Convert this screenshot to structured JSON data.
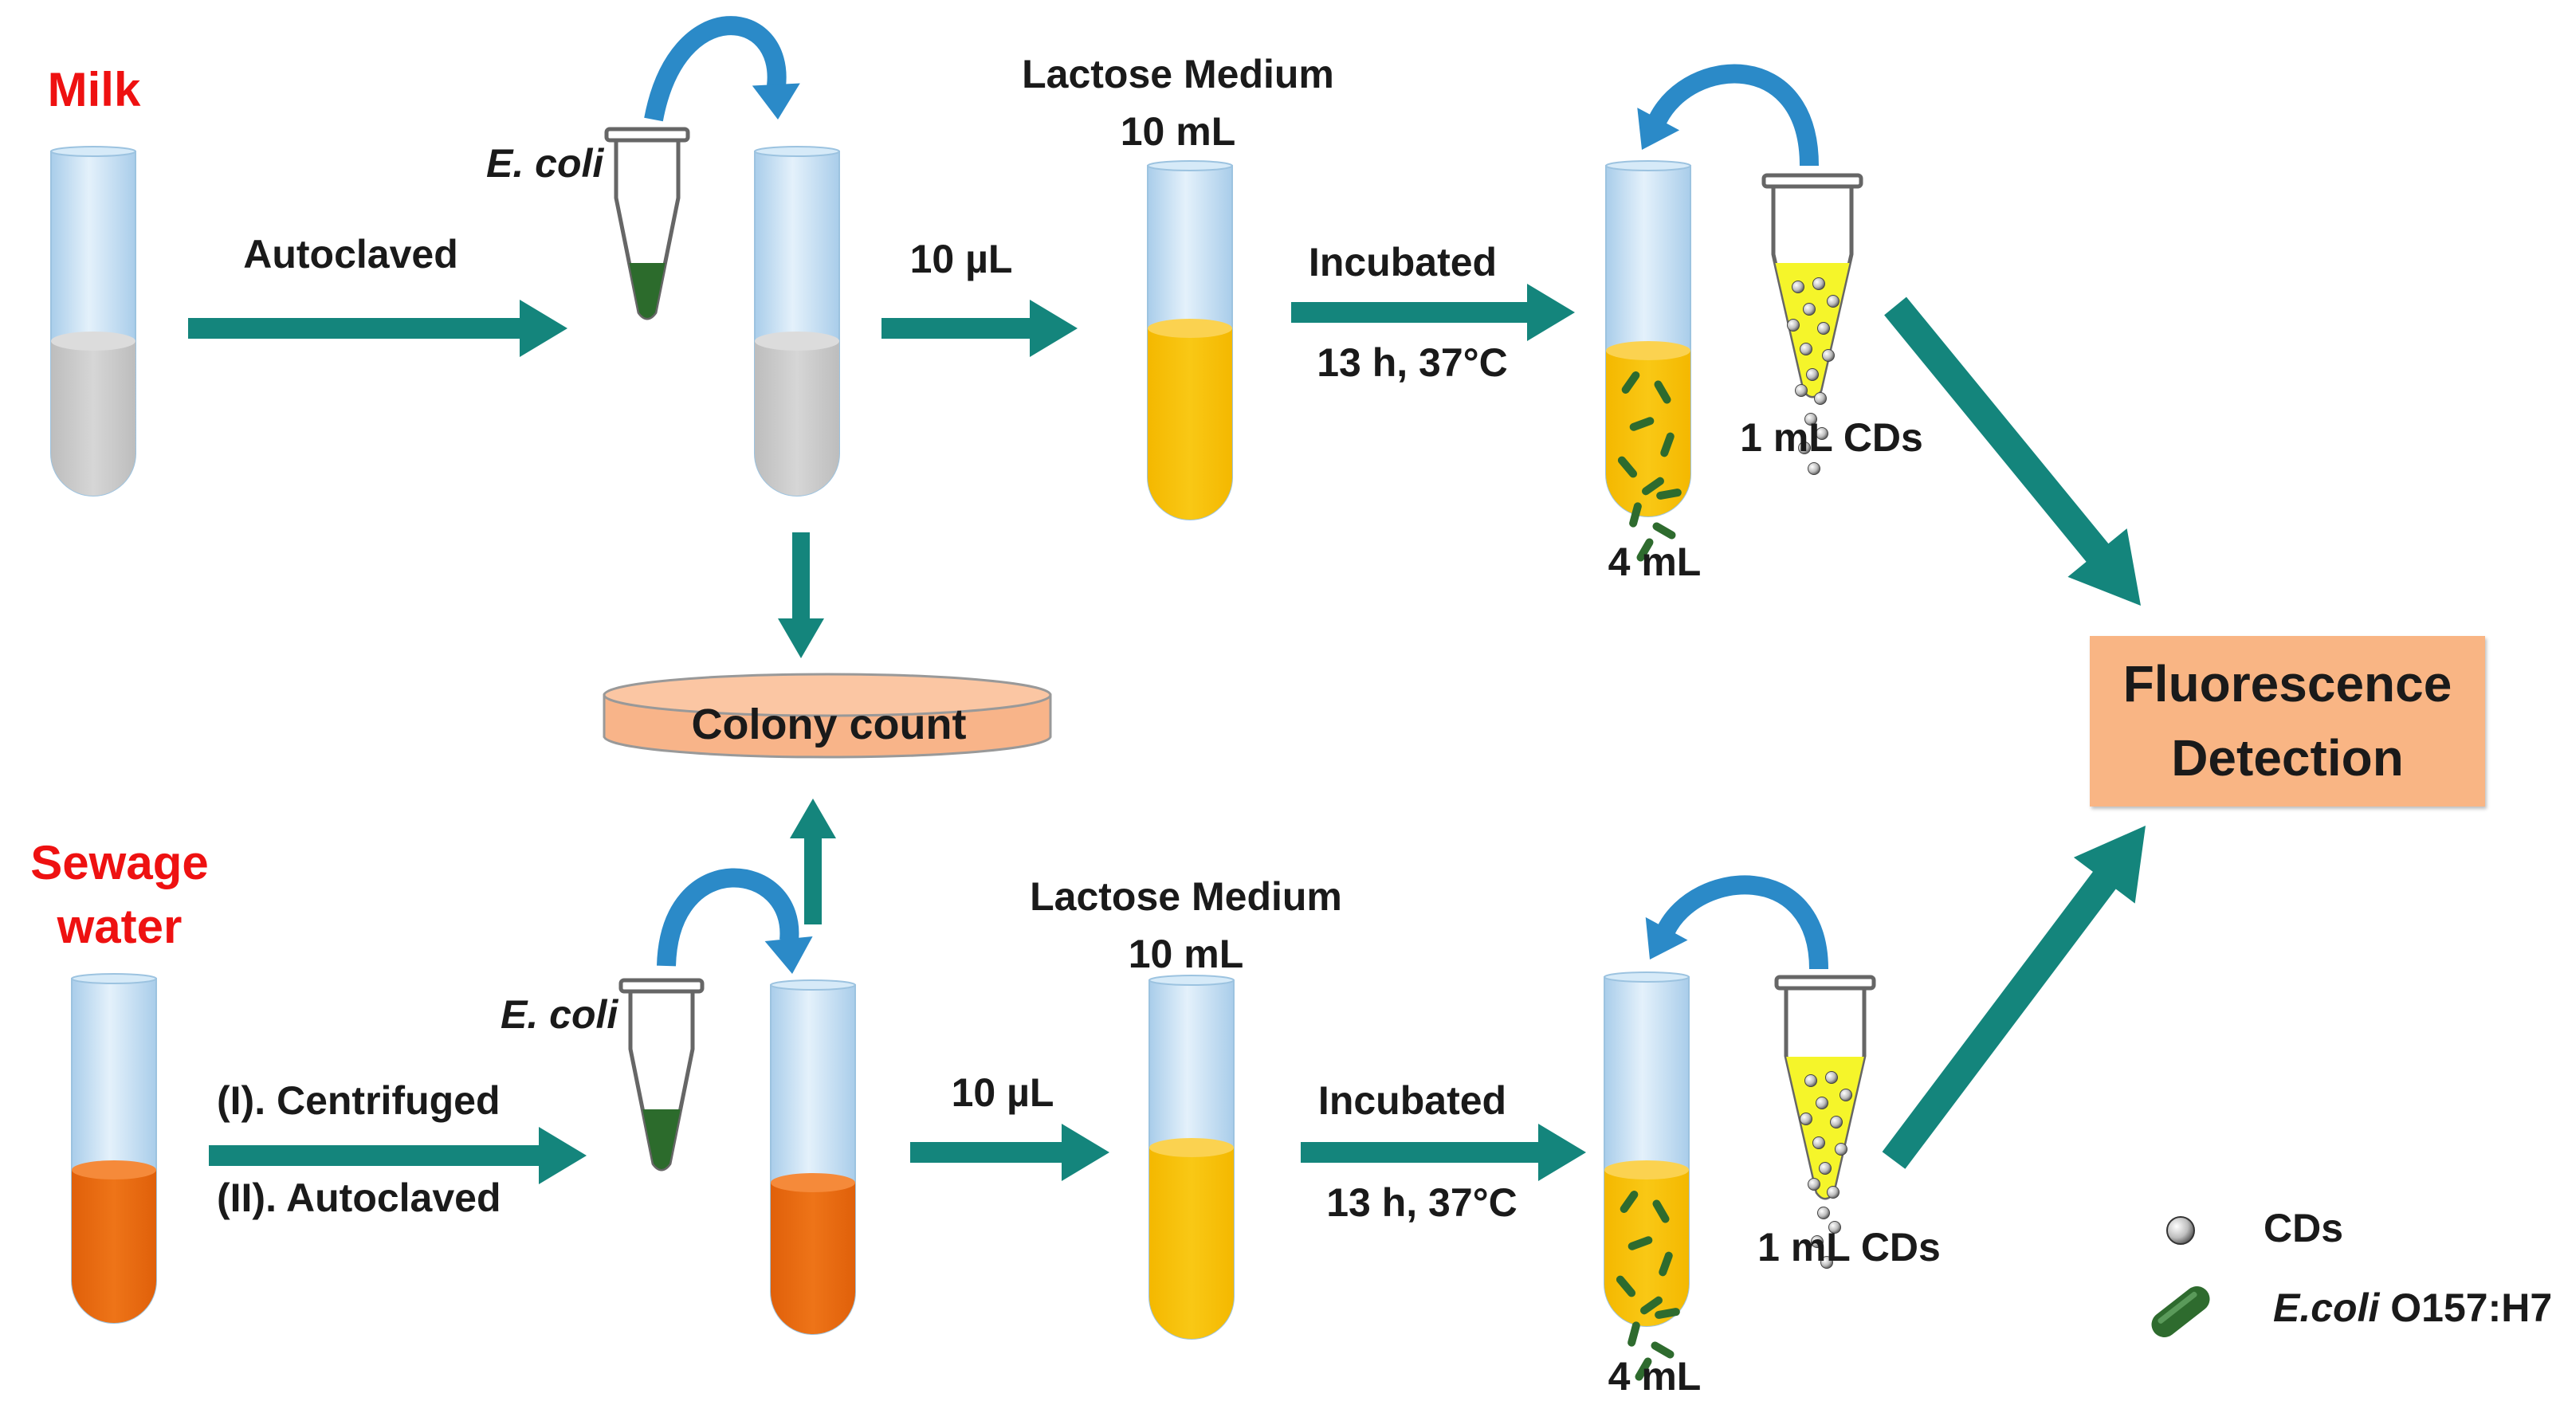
{
  "sources": {
    "milk": "Milk",
    "sewage_line1": "Sewage",
    "sewage_line2": "water"
  },
  "steps": {
    "autoclaved_top": "Autoclaved",
    "centrifuged": "(I). Centrifuged",
    "autoclaved_bottom": "(II). Autoclaved",
    "ecoli_top": "E. coli",
    "ecoli_bottom": "E. coli",
    "volume_top": "10 µL",
    "volume_bottom": "10 µL",
    "medium_top_line1": "Lactose Medium",
    "medium_top_line2": "10 mL",
    "medium_bottom_line1": "Lactose Medium",
    "medium_bottom_line2": "10 mL",
    "incubated_top": "Incubated",
    "incubated_top_cond": "13 h, 37°C",
    "incubated_bottom": "Incubated",
    "incubated_bottom_cond": "13 h, 37°C",
    "culture_top": "4 mL",
    "culture_bottom": "4 mL",
    "cds_top": "1 mL CDs",
    "cds_bottom": "1 mL CDs",
    "colony_count": "Colony count"
  },
  "detection": {
    "line1": "Fluorescence",
    "line2": "Detection"
  },
  "legend": {
    "cds": "CDs",
    "ecoli_species": "E.coli",
    "ecoli_strain": " O157:H7"
  },
  "colors": {
    "arrow": "#14857c",
    "curved_arrow": "#2b8ac8",
    "milk_fill": "#c8c8c8",
    "sewage_fill": "#e8690f",
    "medium_fill": "#f6c10a",
    "cds_fill": "#f5f52a",
    "bacteria": "#2e6b2e",
    "detection_box": "#f9b584",
    "source_label": "#ee1111"
  }
}
